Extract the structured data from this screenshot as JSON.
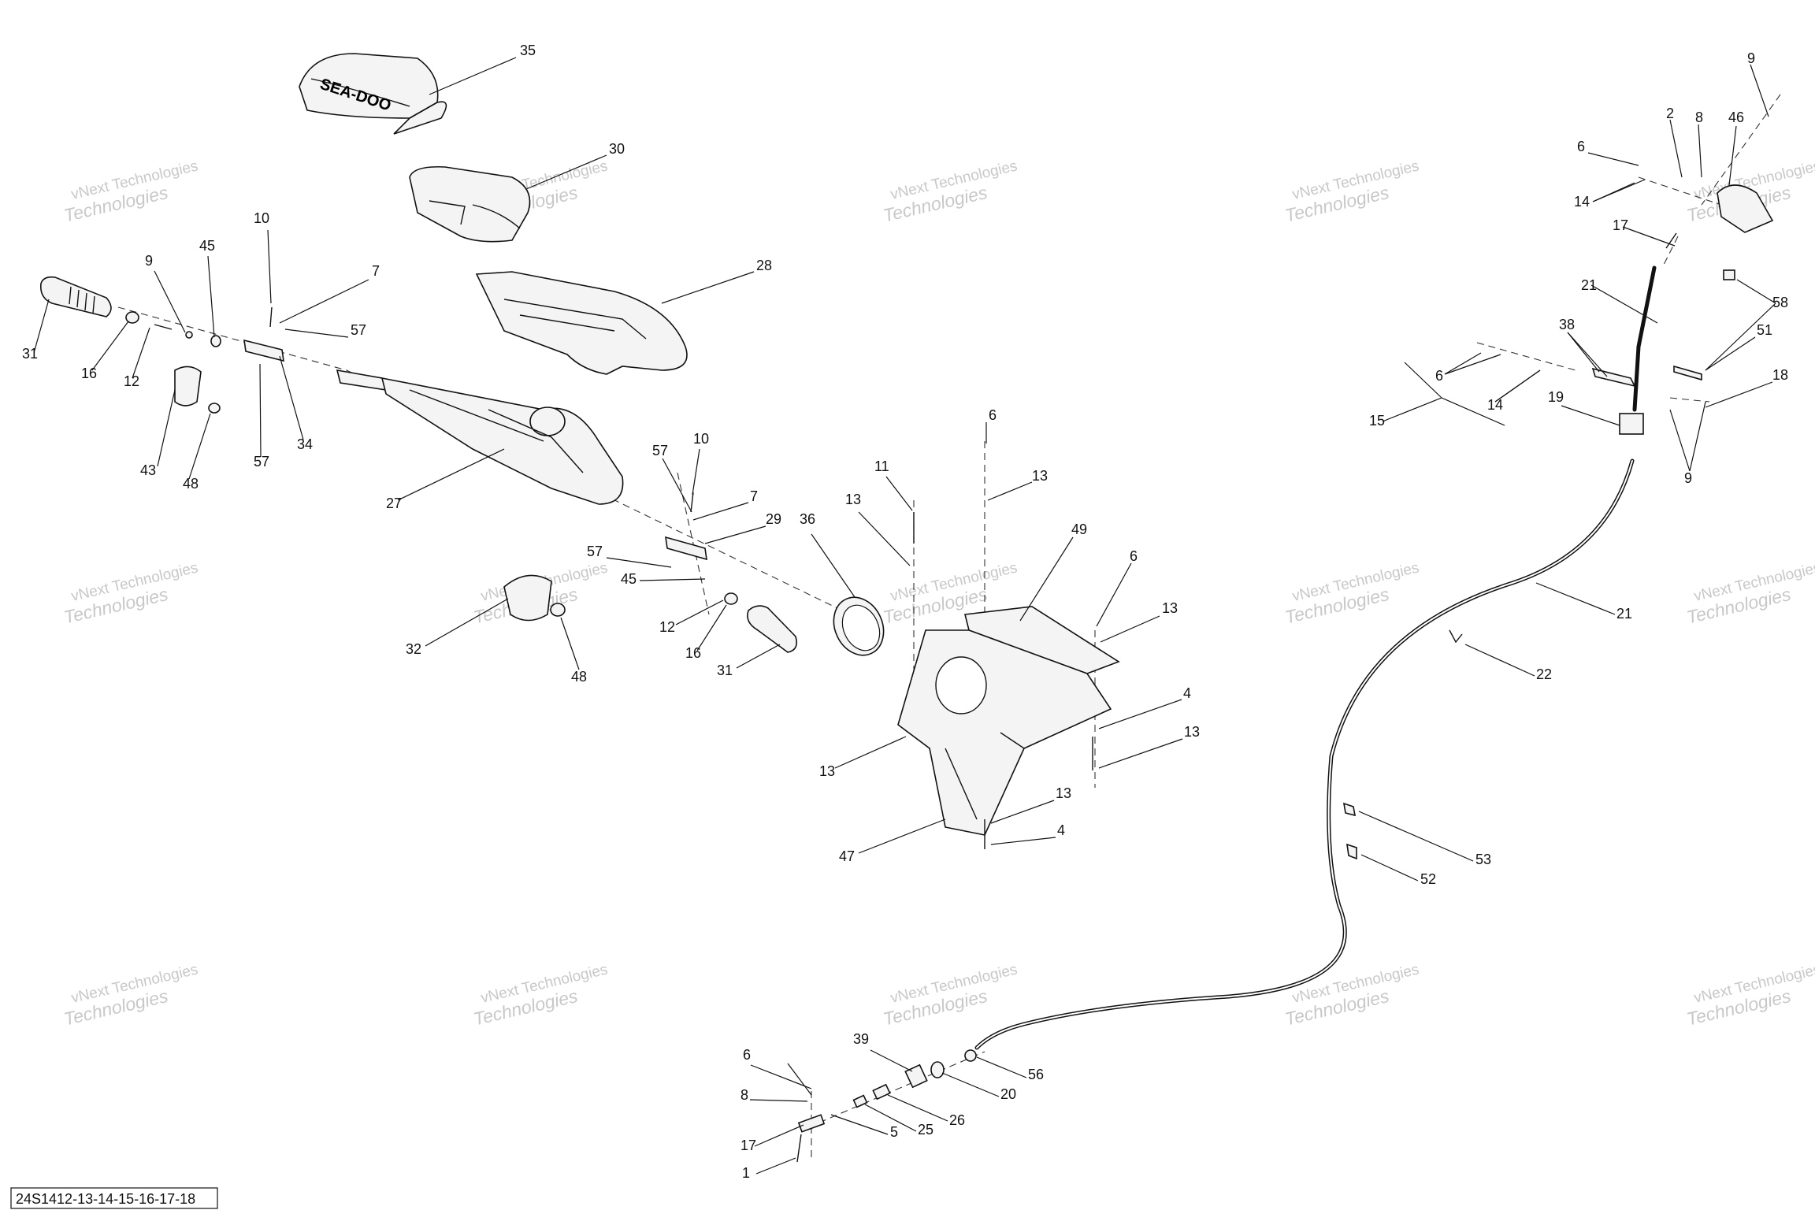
{
  "diagram_code": "24S1412-13-14-15-16-17-18",
  "watermark": {
    "line1": "vNext Technologies",
    "line2": "Technologies"
  },
  "emboss_text": "SEA-DOO",
  "callouts": [
    "35",
    "30",
    "28",
    "10",
    "7",
    "9",
    "45",
    "31",
    "16",
    "12",
    "57",
    "43",
    "48",
    "34",
    "57",
    "27",
    "57",
    "10",
    "7",
    "29",
    "57",
    "45",
    "12",
    "16",
    "31",
    "32",
    "48",
    "36",
    "11",
    "13",
    "6",
    "13",
    "49",
    "6",
    "13",
    "13",
    "4",
    "13",
    "13",
    "4",
    "47",
    "2",
    "8",
    "46",
    "9",
    "6",
    "14",
    "17",
    "21",
    "58",
    "6",
    "14",
    "38",
    "51",
    "15",
    "19",
    "18",
    "9",
    "21",
    "22",
    "53",
    "52",
    "39",
    "6",
    "8",
    "20",
    "56",
    "26",
    "25",
    "5",
    "17",
    "1"
  ]
}
